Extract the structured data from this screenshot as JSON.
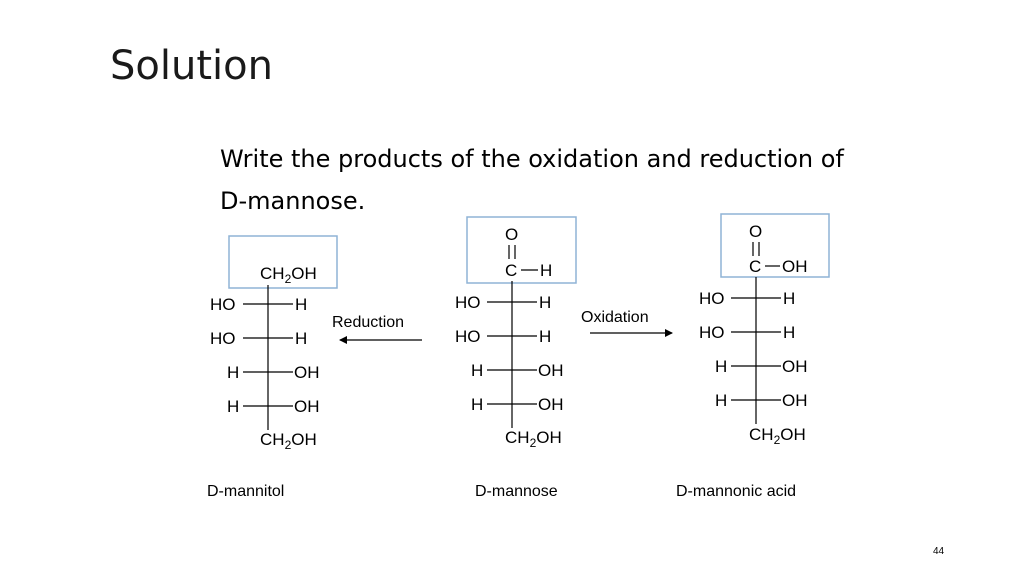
{
  "slide": {
    "title": "Solution",
    "question_line1": "Write the products of the oxidation and reduction of",
    "question_line2": "D-mannose.",
    "page_number": "44",
    "highlight_box_color": "#8fb3d6"
  },
  "arrows": {
    "reduction_label": "Reduction",
    "oxidation_label": "Oxidation"
  },
  "chem": {
    "ch2oh_prefix": "CH",
    "ch2oh_sub": "2",
    "ch2oh_suffix": "OH",
    "O": "O",
    "C": "C",
    "H": "H",
    "HO": "HO",
    "OH": "OH"
  },
  "molecules": {
    "mannitol_name": "D-mannitol",
    "mannose_name": "D-mannose",
    "mannonic_acid_name": "D-mannonic acid"
  }
}
